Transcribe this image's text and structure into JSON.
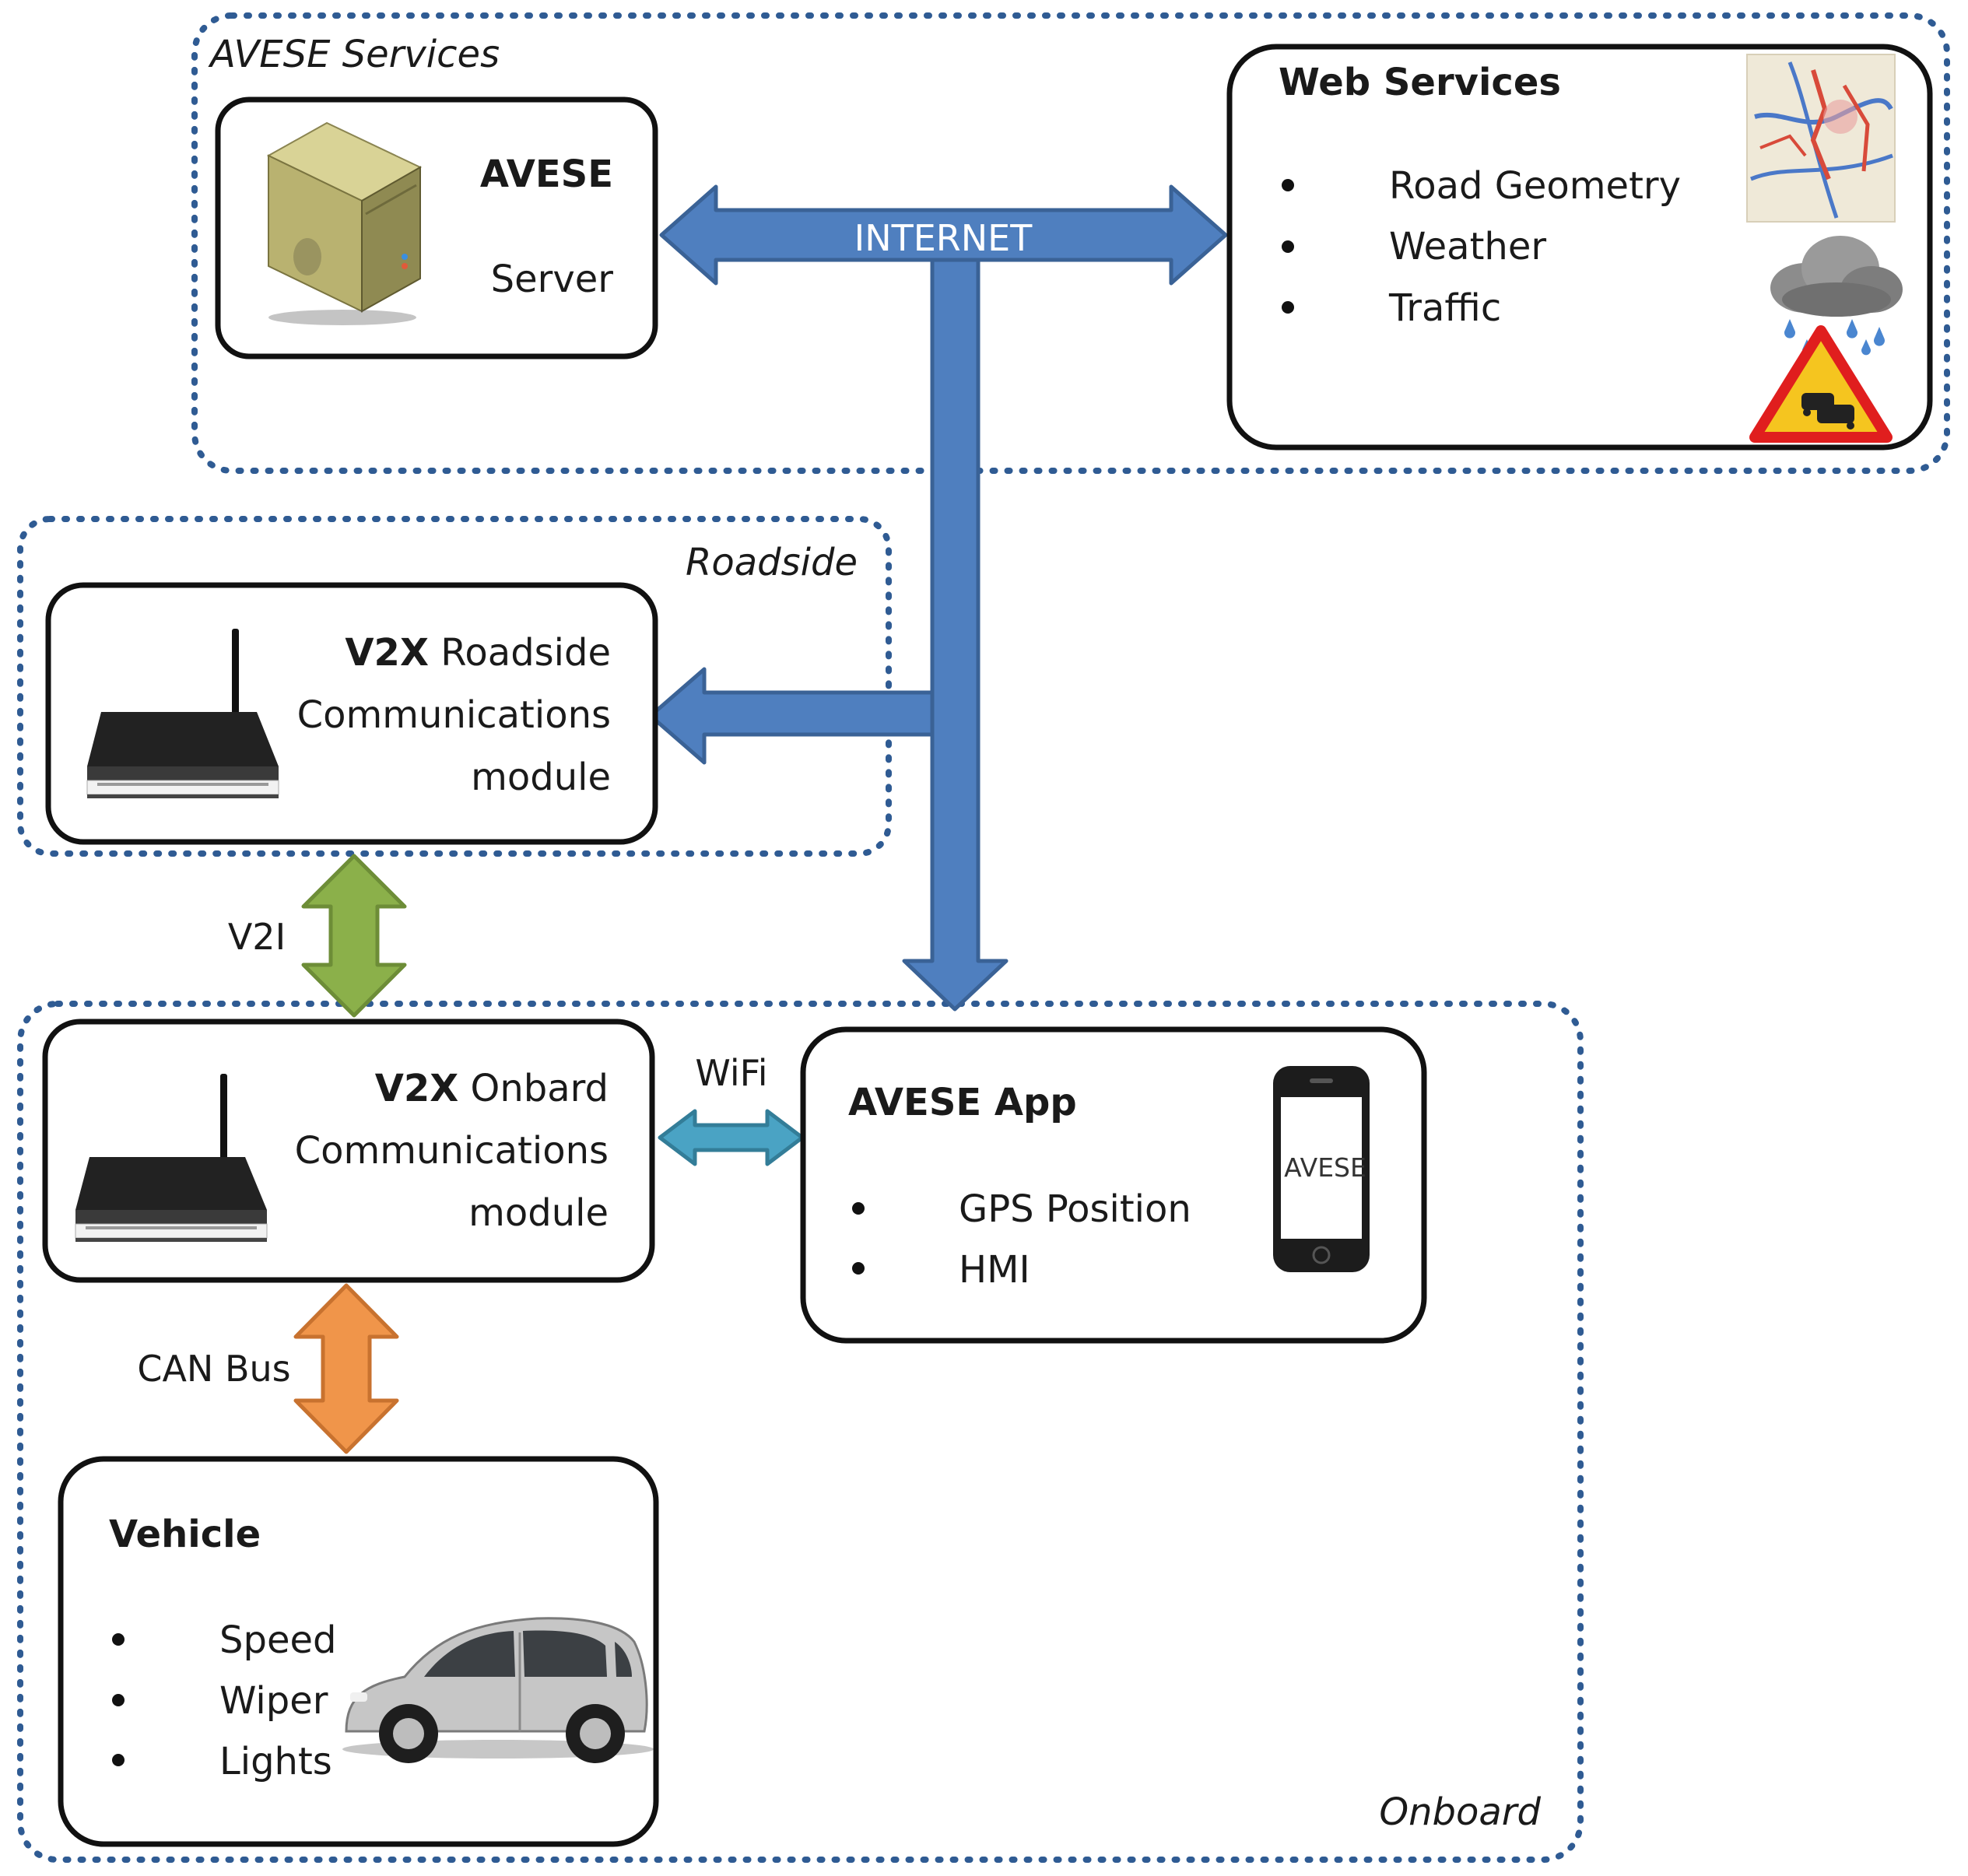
{
  "groups": {
    "services": "AVESE Services",
    "roadside": "Roadside",
    "onboard": "Onboard"
  },
  "server": {
    "title": "AVESE",
    "subtitle": "Server"
  },
  "web": {
    "title": "Web Services",
    "items": [
      "Road Geometry",
      "Weather",
      "Traffic"
    ]
  },
  "rsu": {
    "line1_bold": "V2X",
    "line1_rest": " Roadside",
    "line2": "Communications",
    "line3": "module"
  },
  "obu": {
    "line1_bold": "V2X",
    "line1_rest": " Onbard",
    "line2": "Communications",
    "line3": "module"
  },
  "app": {
    "title": "AVESE App",
    "items": [
      "GPS Position",
      "HMI"
    ],
    "phone_screen": "AVESE"
  },
  "vehicle": {
    "title": "Vehicle",
    "items": [
      "Speed",
      "Wiper",
      "Lights"
    ]
  },
  "links": {
    "internet": "INTERNET",
    "v2i": "V2I",
    "wifi": "WiFi",
    "can": "CAN Bus"
  },
  "colors": {
    "internet": "#4f7fbf",
    "internet_stroke": "#3a6296",
    "v2i": "#8bb04a",
    "wifi": "#4aa3c4",
    "can": "#f0954a",
    "group_border": "#2f5b93"
  },
  "icons": {
    "server": "server-tower-icon",
    "map": "road-map-icon",
    "weather": "rain-cloud-icon",
    "traffic": "traffic-warning-sign-icon",
    "router": "wireless-router-icon",
    "phone": "smartphone-icon",
    "car": "car-icon"
  }
}
